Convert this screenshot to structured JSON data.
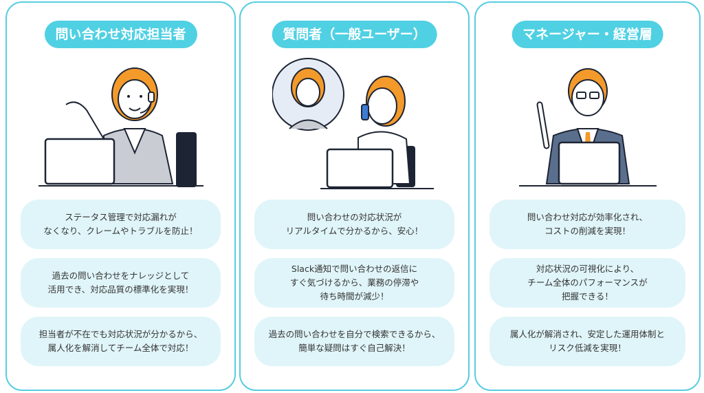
{
  "colors": {
    "accent": "#50d0e3",
    "box": "#e0f5f9",
    "hair": "#f39a2b",
    "suit": "#5a6f8e"
  },
  "columns": [
    {
      "title": "問い合わせ対応担当者",
      "illustration": "support-agent-with-headset-icon",
      "points": [
        "ステータス管理で対応漏れが\nなくなり、クレームやトラブルを防止！",
        "過去の問い合わせをナレッジとして\n活用でき、対応品質の標準化を実現！",
        "担当者が不在でも対応状況が分かるから、\n属人化を解消してチーム全体で対応！"
      ]
    },
    {
      "title": "質問者（一般ユーザー）",
      "illustration": "user-on-phone-icon",
      "points": [
        "問い合わせの対応状況が\nリアルタイムで分かるから、安心！",
        "Slack通知で問い合わせの返信に\nすぐ気づけるから、業務の停滞や\n待ち時間が減少！",
        "過去の問い合わせを自分で検索できるから、\n簡単な疑問はすぐ自己解決！"
      ]
    },
    {
      "title": "マネージャー・経営層",
      "illustration": "manager-icon",
      "points": [
        "問い合わせ対応が効率化され、\nコストの削減を実現！",
        "対応状況の可視化により、\nチーム全体のパフォーマンスが\n把握できる！",
        "属人化が解消され、安定した運用体制と\nリスク低減を実現！"
      ]
    }
  ]
}
